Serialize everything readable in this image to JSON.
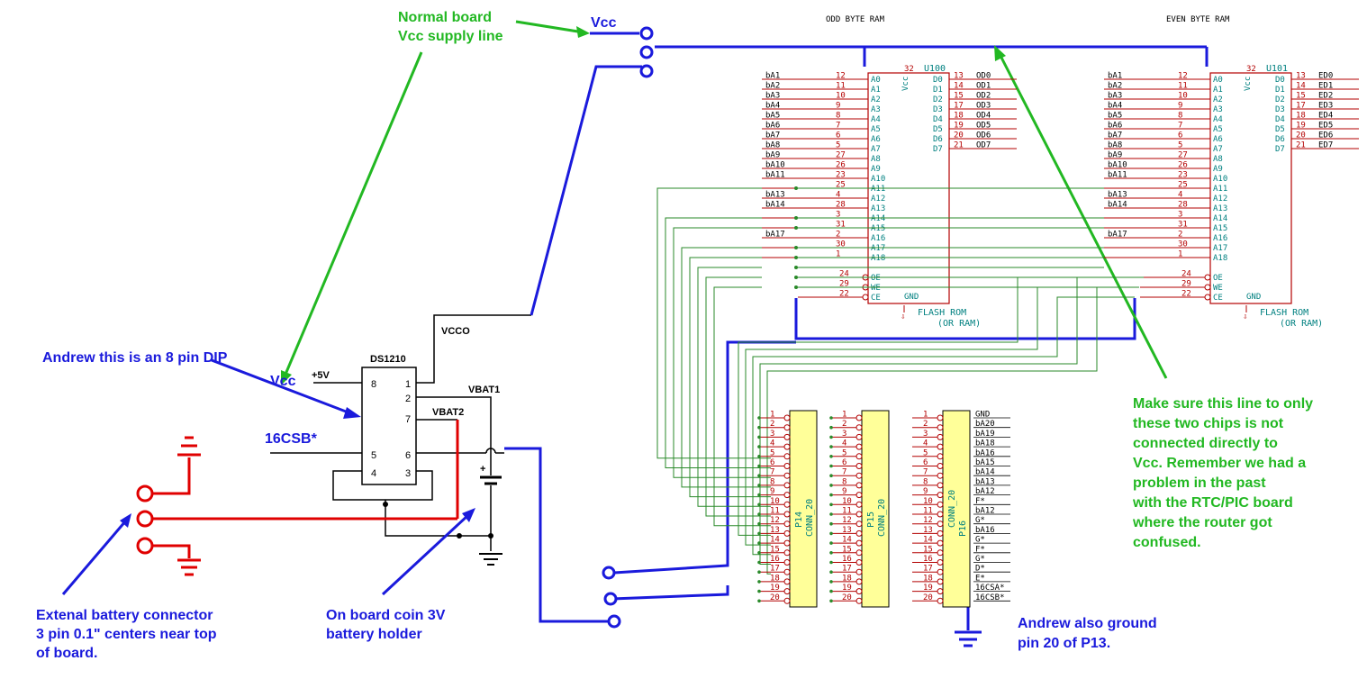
{
  "annotations": {
    "normal_vcc": [
      "Normal board",
      "Vcc supply line"
    ],
    "vcc_top": "Vcc",
    "dip_note": "Andrew this is an 8 pin DIP",
    "vcc_left": "Vcc",
    "csb_left": "16CSB*",
    "ext_battery": [
      "Extenal battery connector",
      "3 pin 0.1\" centers near top",
      "of board."
    ],
    "coin_battery": [
      "On board coin 3V",
      "battery holder"
    ],
    "router_note": [
      "Make sure this line to only",
      "these two chips is not",
      "connected directly to",
      "Vcc. Remember we had a",
      "problem in the past",
      "with the RTC/PIC board",
      "where the router got",
      "confused."
    ],
    "ground_note": [
      "Andrew also ground",
      "pin 20 of P13."
    ]
  },
  "ds1210": {
    "name": "DS1210",
    "plus5v": "+5V",
    "vcco": "VCCO",
    "vbat1": "VBAT1",
    "vbat2": "VBAT2",
    "pins": {
      "p1": "1",
      "p2": "2",
      "p3": "3",
      "p4": "4",
      "p5": "5",
      "p6": "6",
      "p7": "7",
      "p8": "8"
    }
  },
  "ram_headers": {
    "odd": "ODD BYTE RAM",
    "even": "EVEN BYTE RAM"
  },
  "u100": {
    "ref": "U100",
    "footer1": "FLASH ROM",
    "footer2": "(OR RAM)",
    "vcc_pin": "32",
    "vcc_name": "Vcc",
    "gnd_name": "GND",
    "left_nets": [
      "bA1",
      "bA2",
      "bA3",
      "bA4",
      "bA5",
      "bA6",
      "bA7",
      "bA8",
      "bA9",
      "bA10",
      "bA11",
      "",
      "bA13",
      "bA14",
      "",
      "",
      "bA17",
      "",
      ""
    ],
    "left_pins": [
      "12",
      "11",
      "10",
      "9",
      "8",
      "7",
      "6",
      "5",
      "27",
      "26",
      "23",
      "25",
      "4",
      "28",
      "3",
      "31",
      "2",
      "30",
      "1"
    ],
    "left_names": [
      "A0",
      "A1",
      "A2",
      "A3",
      "A4",
      "A5",
      "A6",
      "A7",
      "A8",
      "A9",
      "A10",
      "A11",
      "A12",
      "A13",
      "A14",
      "A15",
      "A16",
      "A17",
      "A18"
    ],
    "ctrl_pins": [
      "24",
      "29",
      "22"
    ],
    "ctrl_names": [
      "OE",
      "WE",
      "CE"
    ],
    "right_pins": [
      "13",
      "14",
      "15",
      "17",
      "18",
      "19",
      "20",
      "21"
    ],
    "right_names": [
      "D0",
      "D1",
      "D2",
      "D3",
      "D4",
      "D5",
      "D6",
      "D7"
    ],
    "right_nets": [
      "OD0",
      "OD1",
      "OD2",
      "OD3",
      "OD4",
      "OD5",
      "OD6",
      "OD7"
    ]
  },
  "u101": {
    "ref": "U101",
    "footer1": "FLASH ROM",
    "footer2": "(OR RAM)",
    "vcc_pin": "32",
    "vcc_name": "Vcc",
    "gnd_name": "GND",
    "left_nets": [
      "bA1",
      "bA2",
      "bA3",
      "bA4",
      "bA5",
      "bA6",
      "bA7",
      "bA8",
      "bA9",
      "bA10",
      "bA11",
      "",
      "bA13",
      "bA14",
      "",
      "",
      "bA17",
      "",
      ""
    ],
    "left_pins": [
      "12",
      "11",
      "10",
      "9",
      "8",
      "7",
      "6",
      "5",
      "27",
      "26",
      "23",
      "25",
      "4",
      "28",
      "3",
      "31",
      "2",
      "30",
      "1"
    ],
    "left_names": [
      "A0",
      "A1",
      "A2",
      "A3",
      "A4",
      "A5",
      "A6",
      "A7",
      "A8",
      "A9",
      "A10",
      "A11",
      "A12",
      "A13",
      "A14",
      "A15",
      "A16",
      "A17",
      "A18"
    ],
    "ctrl_pins": [
      "24",
      "29",
      "22"
    ],
    "ctrl_names": [
      "OE",
      "WE",
      "CE"
    ],
    "right_pins": [
      "13",
      "14",
      "15",
      "17",
      "18",
      "19",
      "20",
      "21"
    ],
    "right_names": [
      "D0",
      "D1",
      "D2",
      "D3",
      "D4",
      "D5",
      "D6",
      "D7"
    ],
    "right_nets": [
      "ED0",
      "ED1",
      "ED2",
      "ED3",
      "ED4",
      "ED5",
      "ED6",
      "ED7"
    ]
  },
  "connectors": {
    "p14": {
      "ref": "P14",
      "type": "CONN_20",
      "pins": [
        "1",
        "2",
        "3",
        "4",
        "5",
        "6",
        "7",
        "8",
        "9",
        "10",
        "11",
        "12",
        "13",
        "14",
        "15",
        "16",
        "17",
        "18",
        "19",
        "20"
      ]
    },
    "p15": {
      "ref": "P15",
      "type": "CONN_20",
      "pins": [
        "1",
        "2",
        "3",
        "4",
        "5",
        "6",
        "7",
        "8",
        "9",
        "10",
        "11",
        "12",
        "13",
        "14",
        "15",
        "16",
        "17",
        "18",
        "19",
        "20"
      ]
    },
    "p16": {
      "ref": "P16",
      "type": "CONN_20",
      "pins": [
        "1",
        "2",
        "3",
        "4",
        "5",
        "6",
        "7",
        "8",
        "9",
        "10",
        "11",
        "12",
        "13",
        "14",
        "15",
        "16",
        "17",
        "18",
        "19",
        "20"
      ],
      "nets": [
        "GND",
        "bA20",
        "bA19",
        "bA18",
        "bA16",
        "bA15",
        "bA14",
        "bA13",
        "bA12",
        "F*",
        "bA12",
        "G*",
        "bA16",
        "G*",
        "F*",
        "G*",
        "D*",
        "E*",
        "16CSA*",
        "16CSB*"
      ]
    }
  },
  "colors": {
    "blue": "#1a1adc",
    "green": "#22b822",
    "red": "#e00000",
    "dark_red": "#b30000",
    "teal": "#008080",
    "chip_fill": "#ffff99",
    "wire_green": "#2a8a2a"
  }
}
